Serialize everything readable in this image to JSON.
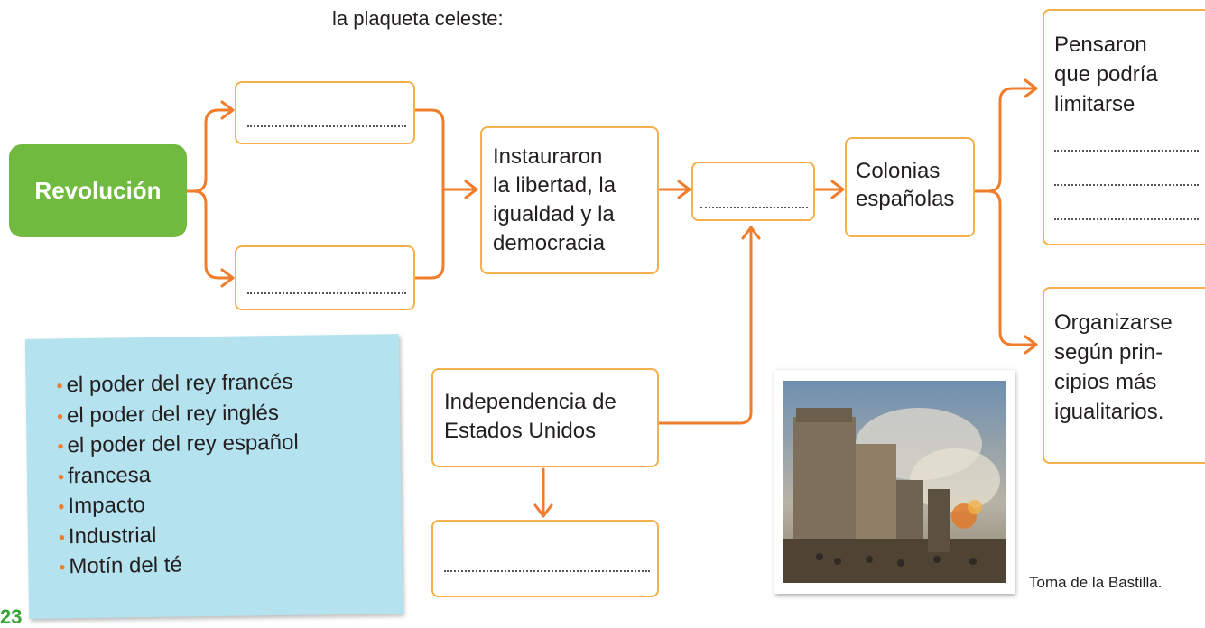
{
  "instruction": "la plaqueta celeste:",
  "diagram": {
    "revolution": "Revolución",
    "instauraron": "Instauraron\nla libertad, la\nigualdad y la\ndemocracia",
    "colonias": "Colonias\nespañolas",
    "pensaron": "Pensaron\nque podría\nlimitarse",
    "organizarse": "Organizarse\nsegún prin-\ncipios más\nigualitarios.",
    "independencia": "Independencia de\nEstados Unidos"
  },
  "word_bank": [
    "el poder del rey francés",
    "el poder del rey inglés",
    "el poder del rey español",
    "francesa",
    "Impacto",
    "Industrial",
    "Motín del té"
  ],
  "page_number": "23",
  "caption": "Toma de la Bastilla.",
  "colors": {
    "arrow": "#f07d2b",
    "box_border": "#f6b04a",
    "green": "#6fba3f",
    "word_bank_bg": "#b4e2ef"
  }
}
